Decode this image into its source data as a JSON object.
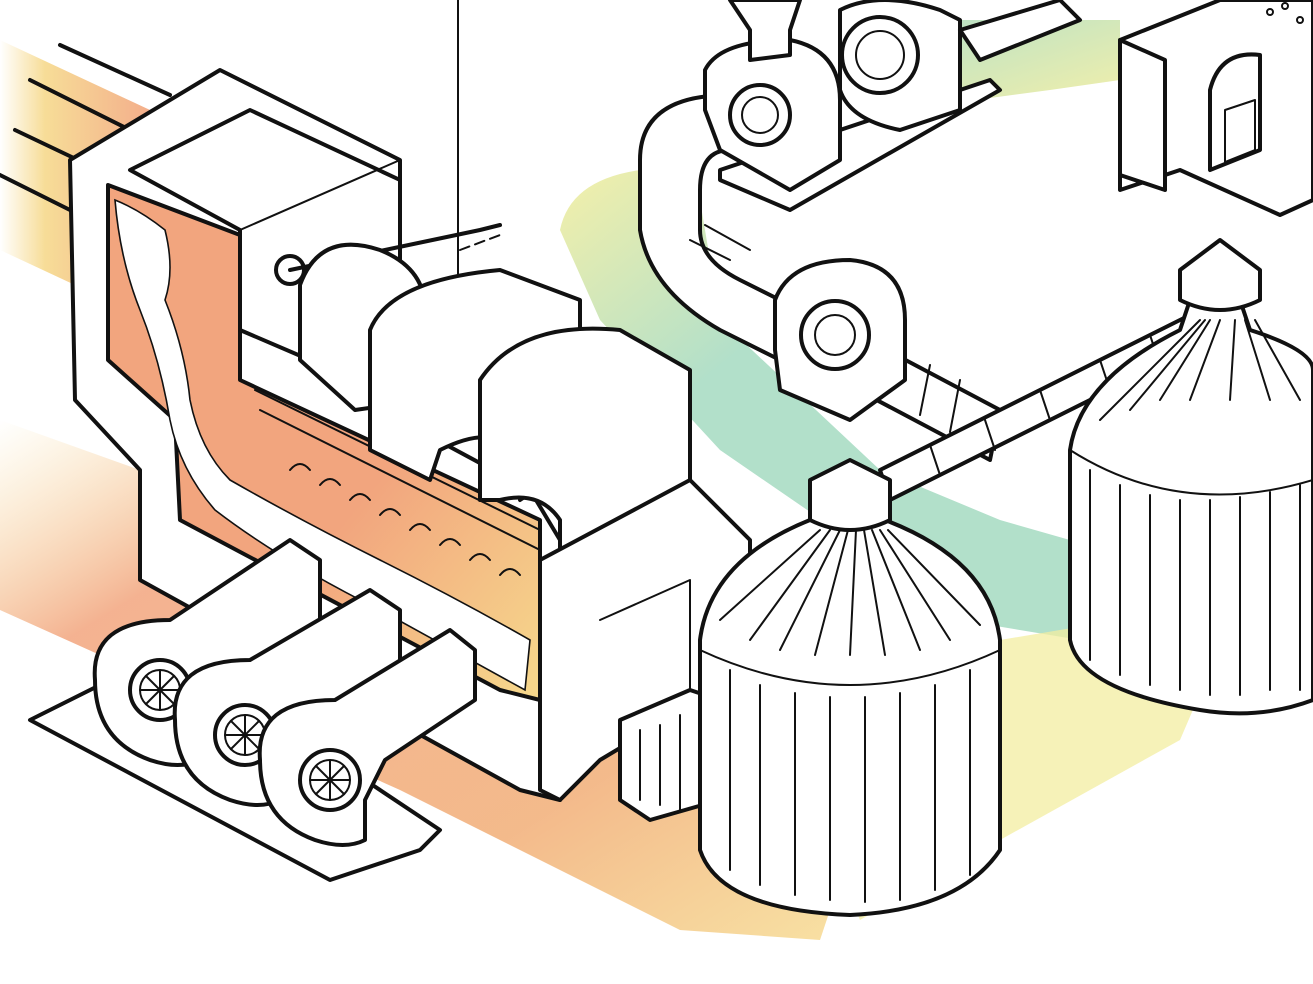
{
  "illustration": {
    "style": "isometric line-art industrial process diagram",
    "colors": {
      "line": "#111111",
      "fill": "#ffffff",
      "hot_orange": "#f2a57e",
      "warm_yellow": "#f6d98c",
      "cool_green": "#a9dcc4",
      "pale_yellow": "#f3eea0"
    },
    "components": {
      "furnace": "furnace-cutaway",
      "blowers": "three-blowers",
      "ducts": "duct-blocks",
      "pipeline": "pipe-network",
      "pump_units": "pump-housings",
      "silos": "two-silos",
      "building": "equipment-building"
    }
  }
}
